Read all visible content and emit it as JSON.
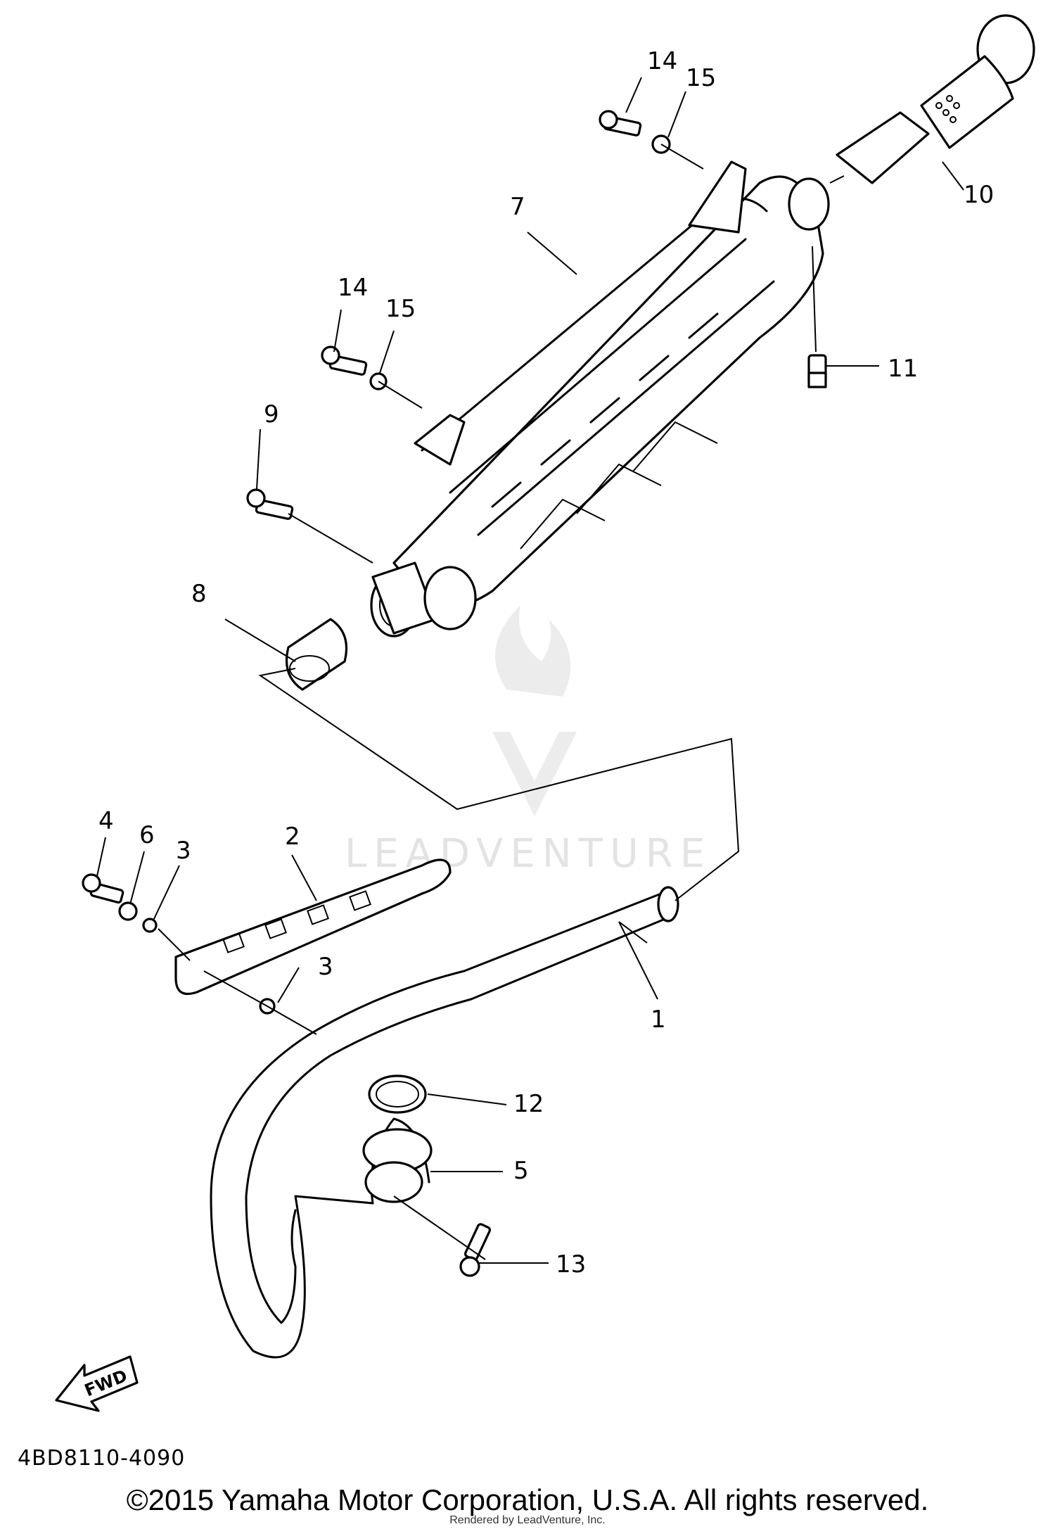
{
  "labels": {
    "c1": "1",
    "c2": "2",
    "c3a": "3",
    "c3b": "3",
    "c4": "4",
    "c5": "5",
    "c6": "6",
    "c7": "7",
    "c8": "8",
    "c9": "9",
    "c10": "10",
    "c11": "11",
    "c12": "12",
    "c13": "13",
    "c14a": "14",
    "c14b": "14",
    "c15a": "15",
    "c15b": "15"
  },
  "fwd_label": "FWD",
  "diagram_code": "4BD8110-4090",
  "watermark": "LEADVENTURE",
  "copyright": "©2015 Yamaha Motor Corporation, U.S.A. All rights reserved.",
  "rendered_by": "Rendered by LeadVenture, Inc."
}
